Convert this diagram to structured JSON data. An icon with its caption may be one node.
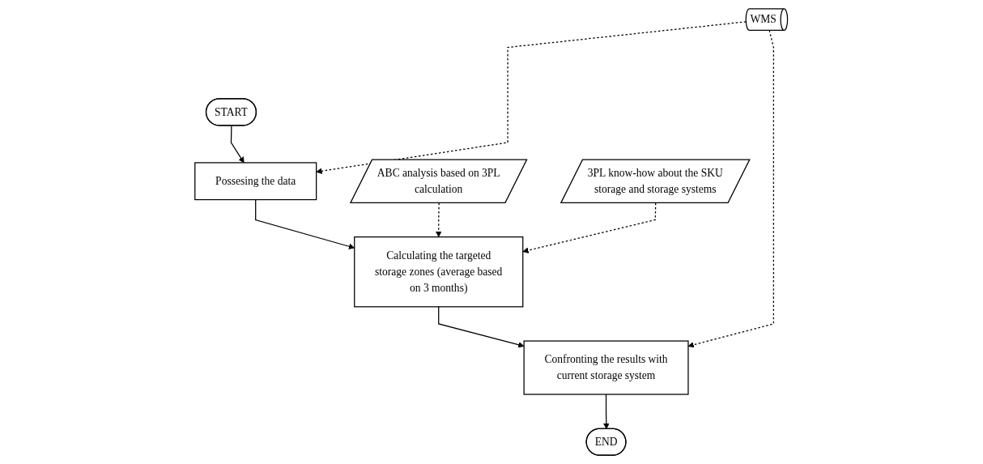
{
  "diagram": {
    "nodes": [
      {
        "text": [
          "START"
        ]
      },
      {
        "text": [
          "WMS"
        ]
      },
      {
        "text": [
          "Possesing the data"
        ]
      },
      {
        "text": [
          "ABC analysis based on 3PL calculation"
        ]
      },
      {
        "text": [
          "Calculating the targeted storage zones (average based on 3 months)"
        ]
      },
      {
        "text": [
          "3PL know-how about the SKU storage and storage systems"
        ]
      },
      {
        "text": [
          "Confronting the results with current storage system"
        ]
      },
      {
        "text": [
          "END"
        ]
      }
    ],
    "edges": [
      {
        "from": 0,
        "to": 2,
        "arrow": "to"
      },
      {
        "from": 1,
        "to": 2,
        "arrow": "to",
        "style": "dashed"
      },
      {
        "from": 2,
        "to": 4,
        "arrow": "to"
      },
      {
        "from": 3,
        "to": 4,
        "arrow": "to",
        "style": "dashed"
      },
      {
        "from": 5,
        "to": 4,
        "arrow": "to",
        "style": "dashed"
      },
      {
        "from": 4,
        "to": 6,
        "arrow": "to"
      },
      {
        "from": 1,
        "to": 6,
        "arrow": "to",
        "style": "dashed"
      },
      {
        "from": 6,
        "to": 7,
        "arrow": "to"
      }
    ]
  }
}
